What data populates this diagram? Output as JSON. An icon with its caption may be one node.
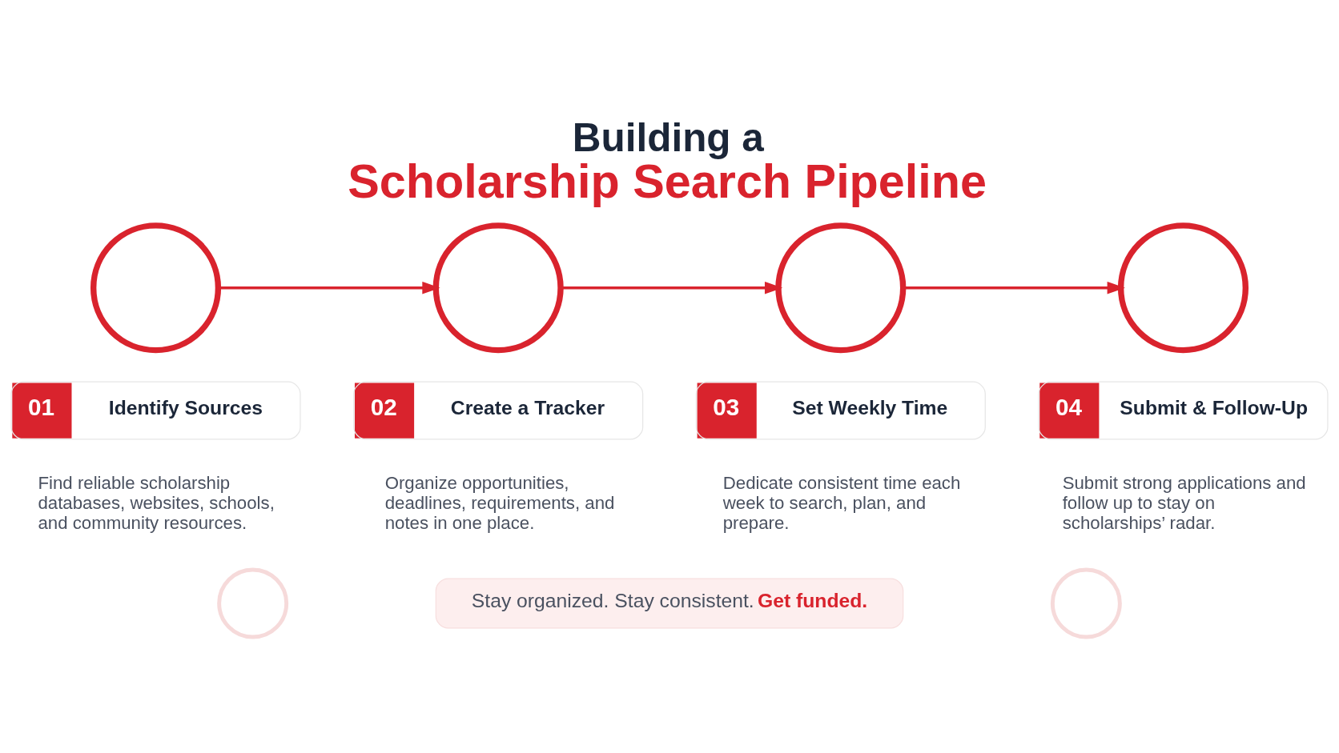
{
  "diagram": {
    "title": "Building a Scholarship Search Pipeline",
    "nodes": [
      {
        "text": [],
        "shape": "circle"
      },
      {
        "text": [],
        "shape": "circle"
      },
      {
        "text": [],
        "shape": "circle"
      },
      {
        "text": [],
        "shape": "circle"
      },
      {
        "text": [
          "01",
          "Identify Sources"
        ],
        "beside": [
          "Find reliable scholarship databases, websites, schools, and community resources."
        ]
      },
      {
        "text": [
          "02",
          "Create a Tracker"
        ],
        "beside": [
          "Organize opportunities, deadlines, requirements, and notes in one place."
        ]
      },
      {
        "text": [
          "03",
          "Set Weekly Time"
        ],
        "beside": [
          "Dedicate consistent time each week to search, plan, and prepare."
        ]
      },
      {
        "text": [
          "04",
          "Submit & Follow-Up"
        ],
        "beside": [
          "Submit strong applications and follow up to stay on scholarships’ radar."
        ]
      },
      {
        "text": [],
        "shape": "circle"
      },
      {
        "text": [
          "Stay organized. Stay consistent. **Get funded.**"
        ]
      },
      {
        "text": [],
        "shape": "circle"
      }
    ],
    "edges": [
      {
        "from": 0,
        "to": 1,
        "arrow": "to"
      },
      {
        "from": 1,
        "to": 2,
        "arrow": "to"
      },
      {
        "from": 2,
        "to": 3,
        "arrow": "to"
      }
    ]
  }
}
